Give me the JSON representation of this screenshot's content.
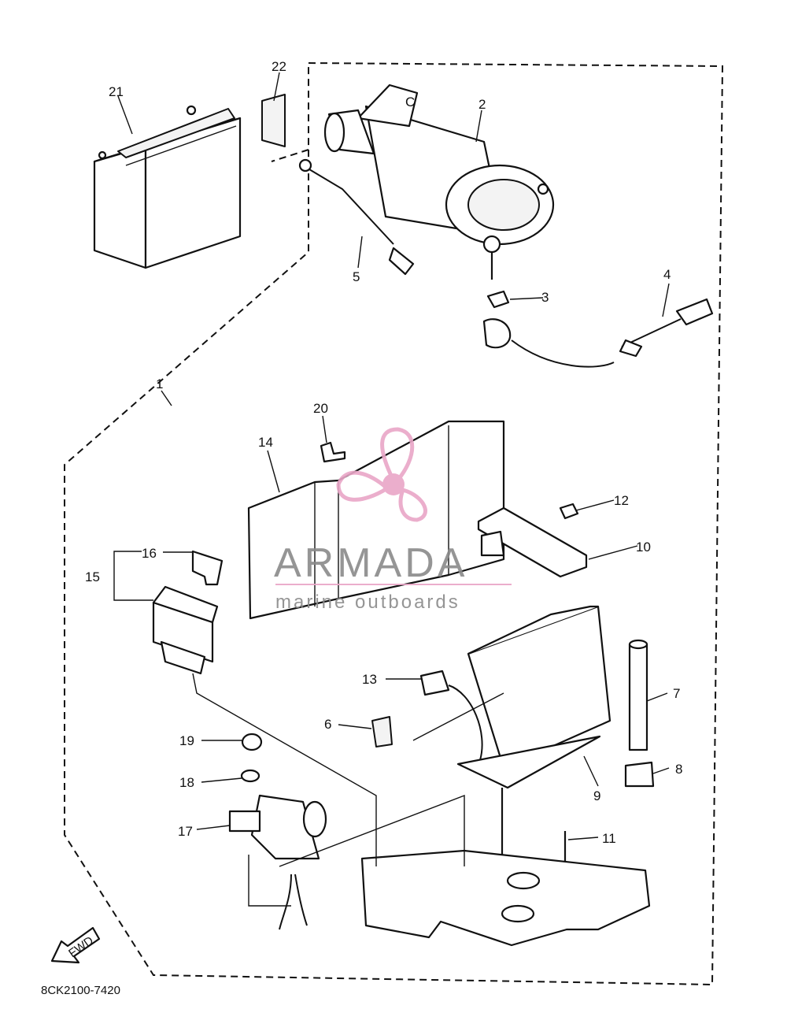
{
  "diagram": {
    "code": "8CK2100-7420",
    "fwd_label": "FWD",
    "callouts": [
      "1",
      "2",
      "3",
      "4",
      "5",
      "6",
      "7",
      "8",
      "9",
      "10",
      "11",
      "12",
      "13",
      "14",
      "15",
      "16",
      "17",
      "18",
      "19",
      "20",
      "21",
      "22"
    ]
  },
  "watermark": {
    "title": "ARMADA",
    "subtitle": "marine outboards",
    "accent_color": "#e9a6c7",
    "text_color": "#8a8a8a"
  }
}
